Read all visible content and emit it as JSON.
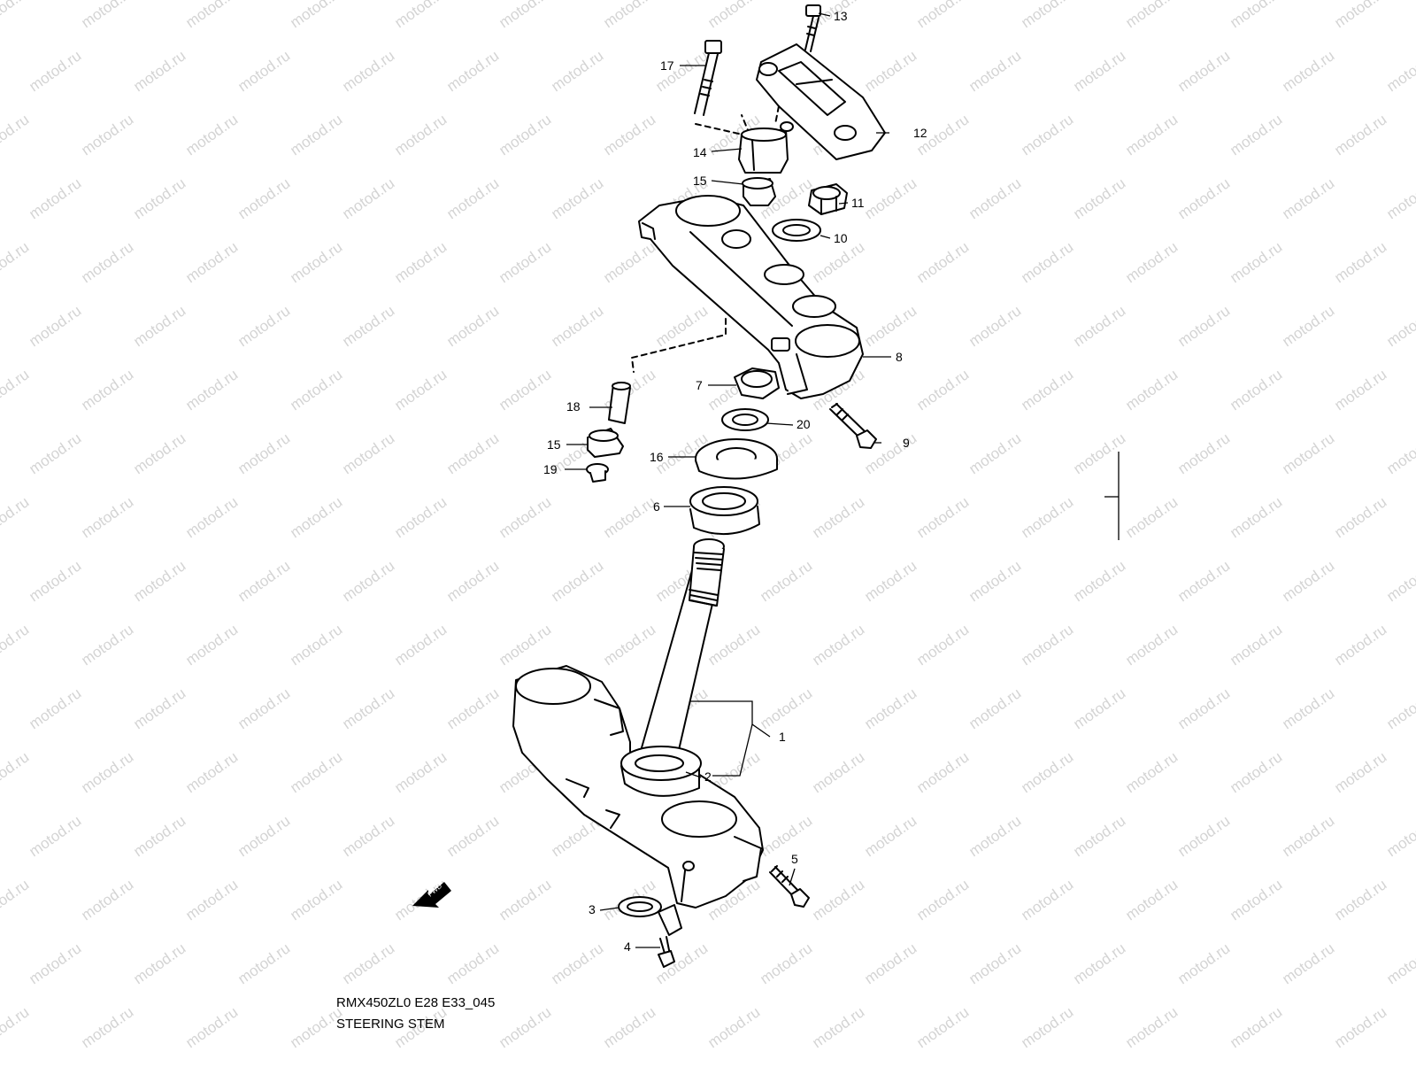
{
  "watermark": "motod.ru",
  "callouts": [
    "1",
    "2",
    "3",
    "4",
    "5",
    "6",
    "7",
    "8",
    "9",
    "10",
    "11",
    "12",
    "13",
    "14",
    "15",
    "15",
    "16",
    "17",
    "18",
    "19",
    "20"
  ],
  "fwd_label": "FWD",
  "caption": {
    "code": "RMX450ZL0 E28 E33_045",
    "title": "STEERING STEM"
  }
}
